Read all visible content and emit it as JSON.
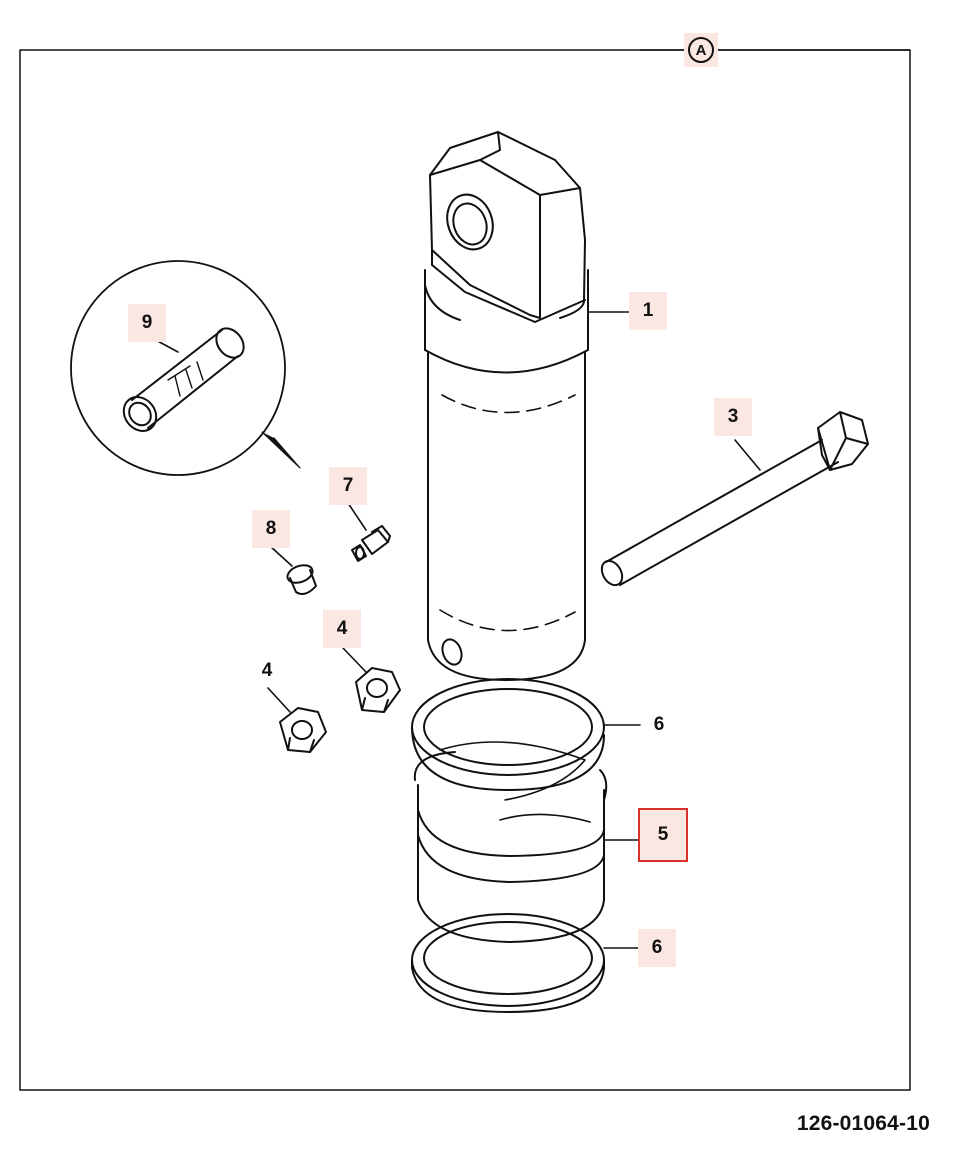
{
  "diagram": {
    "reference_label": "A",
    "part_number": "126-01064-10",
    "callouts": [
      {
        "id": "c1",
        "label": "1",
        "style": "tint"
      },
      {
        "id": "c3",
        "label": "3",
        "style": "tint"
      },
      {
        "id": "c9",
        "label": "9",
        "style": "tint"
      },
      {
        "id": "c7",
        "label": "7",
        "style": "tint"
      },
      {
        "id": "c8",
        "label": "8",
        "style": "tint"
      },
      {
        "id": "c4a",
        "label": "4",
        "style": "tint"
      },
      {
        "id": "c4b",
        "label": "4",
        "style": "plain"
      },
      {
        "id": "c6a",
        "label": "6",
        "style": "plain"
      },
      {
        "id": "c5",
        "label": "5",
        "style": "selected"
      },
      {
        "id": "c6b",
        "label": "6",
        "style": "tint"
      }
    ],
    "colors": {
      "line": "#111111",
      "callout_fill": "#fbe7e2",
      "selected_border": "#d9322c"
    }
  }
}
